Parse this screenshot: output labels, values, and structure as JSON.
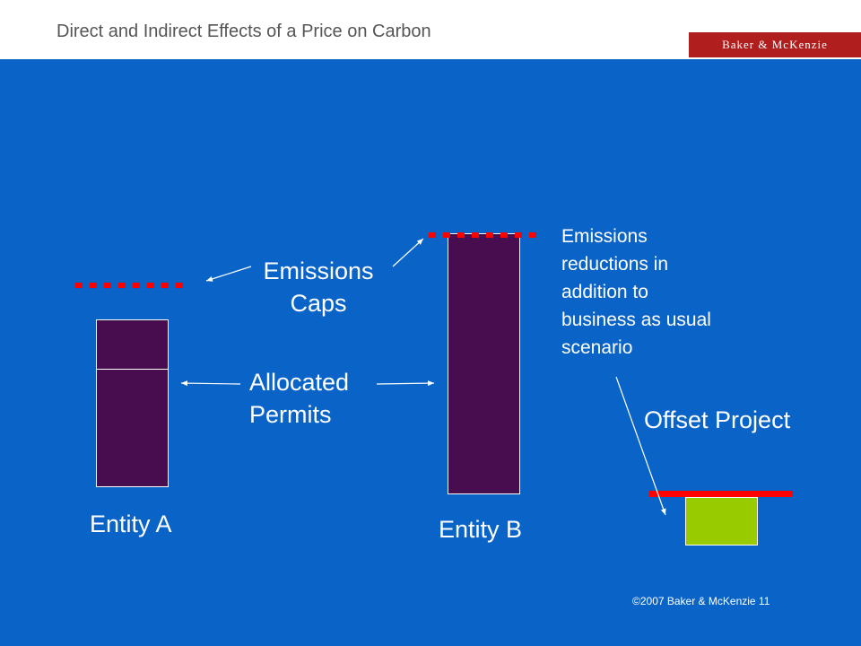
{
  "header": {
    "title": "Direct and Indirect Effects of a Price on Carbon",
    "logo_text": "Baker & McKenzie"
  },
  "diagram": {
    "emissions_caps_line1": "Emissions",
    "emissions_caps_line2": "Caps",
    "allocated_permits_line1": "Allocated",
    "allocated_permits_line2": "Permits",
    "reductions_lines": [
      "Emissions",
      "reductions in",
      "addition to",
      "business as usual",
      "scenario"
    ],
    "offset_project": "Offset Project",
    "entity_a": "Entity A",
    "entity_b": "Entity B"
  },
  "footer": {
    "copyright": "©2007 Baker & McKenzie",
    "page_number": "11"
  },
  "colors": {
    "background": "#0a64c8",
    "bar": "#470d4f",
    "cap": "#ff0000",
    "offset_box": "#99cc00",
    "logo": "#b11e1e"
  }
}
